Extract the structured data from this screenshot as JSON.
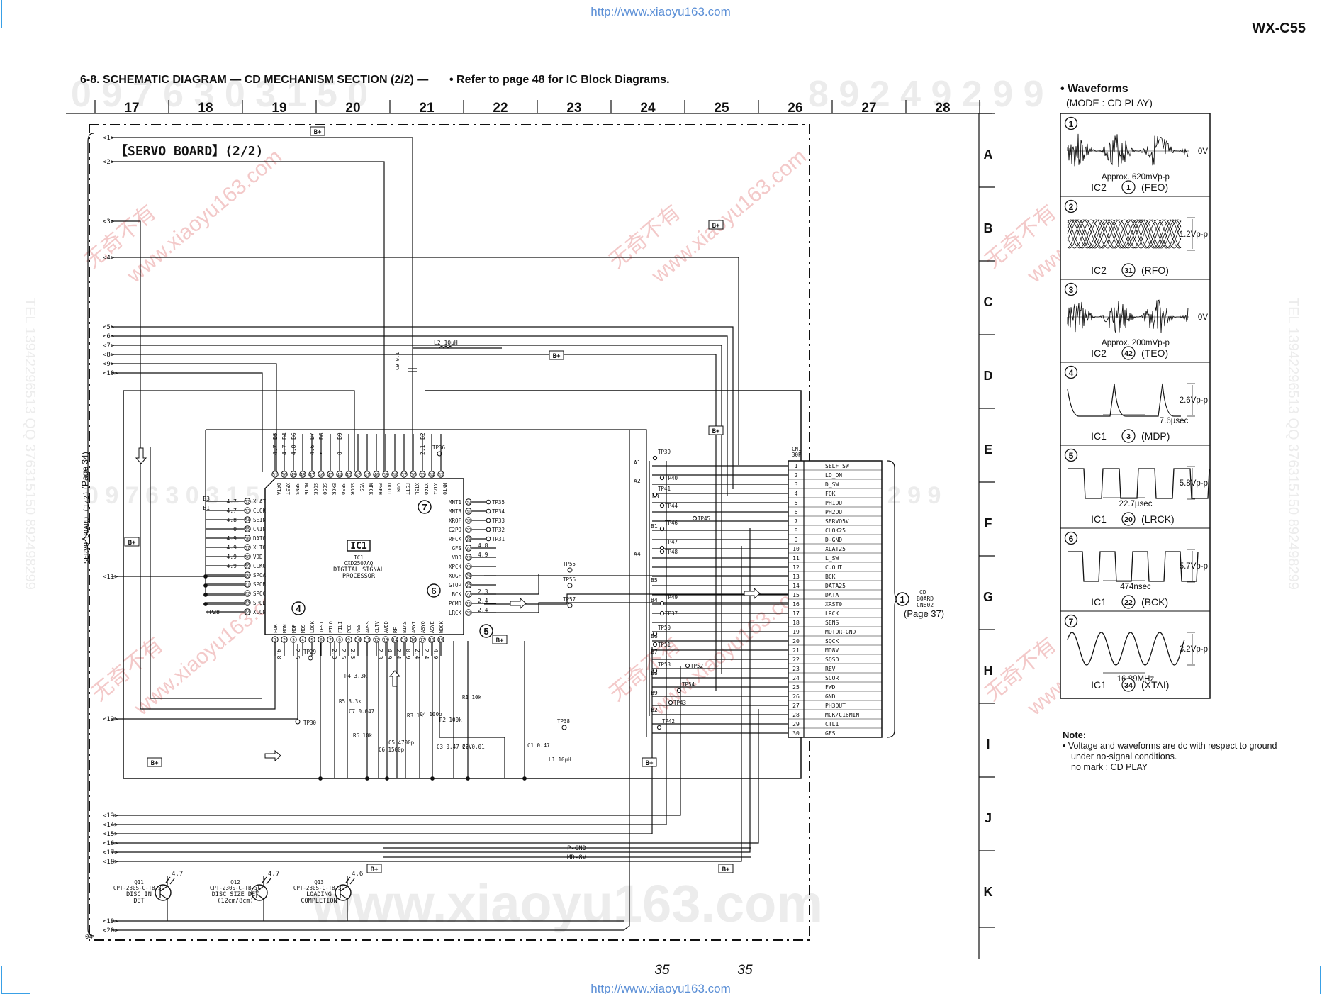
{
  "header": {
    "url": "http://www.xiaoyu163.com",
    "model": "WX-C55",
    "title": "6-8. SCHEMATIC DIAGRAM — CD MECHANISM SECTION (2/2) —",
    "note": "• Refer to page 48 for IC Block Diagrams."
  },
  "grid": {
    "columns": [
      "17",
      "18",
      "19",
      "20",
      "21",
      "22",
      "23",
      "24",
      "25",
      "26",
      "27",
      "28"
    ],
    "rows": [
      "A",
      "B",
      "C",
      "D",
      "E",
      "F",
      "G",
      "H",
      "I",
      "J",
      "K"
    ]
  },
  "board": {
    "title": "【SERVO BOARD】(2/2)",
    "left_ref": "SERVO BOARD (1/2)",
    "left_page": "(Page 34)",
    "footnote": "04",
    "bplus": "B+",
    "left_connectors": [
      "1",
      "2",
      "3",
      "4",
      "5",
      "6",
      "7",
      "8",
      "9",
      "10",
      "11",
      "12",
      "13",
      "14",
      "15",
      "16",
      "17",
      "18",
      "19",
      "20"
    ]
  },
  "ic1": {
    "ref": "IC1",
    "sub": "IC1",
    "part": "CXD2507AQ",
    "desc1": "DIGITAL SIGNAL",
    "desc2": "PROCESSOR",
    "top_pins": [
      {
        "n": "51",
        "name": "DATA",
        "v": "4.7",
        "net": "B5"
      },
      {
        "n": "50",
        "name": "XRST",
        "v": "4.7",
        "net": "B4"
      },
      {
        "n": "49",
        "name": "SENS",
        "v": "4.8",
        "net": "B6"
      },
      {
        "n": "48",
        "name": "MUTE",
        "v": "",
        "net": ""
      },
      {
        "n": "47",
        "name": "SQCK",
        "v": "4.6",
        "net": "B7"
      },
      {
        "n": "46",
        "name": "SQSO",
        "v": "•",
        "net": "B8"
      },
      {
        "n": "45",
        "name": "EXCK",
        "v": "",
        "net": ""
      },
      {
        "n": "44",
        "name": "SBSO",
        "v": "0",
        "net": "B9"
      },
      {
        "n": "43",
        "name": "SCOR",
        "v": "",
        "net": ""
      },
      {
        "n": "42",
        "name": "VSS",
        "v": "",
        "net": ""
      },
      {
        "n": "41",
        "name": "WFCK",
        "v": "",
        "net": ""
      },
      {
        "n": "40",
        "name": "EMPH",
        "v": "",
        "net": ""
      },
      {
        "n": "39",
        "name": "DOUT",
        "v": "",
        "net": ""
      },
      {
        "n": "38",
        "name": "C4M",
        "v": "",
        "net": ""
      },
      {
        "n": "37",
        "name": "FSTT",
        "v": "",
        "net": ""
      },
      {
        "n": "36",
        "name": "XTSL",
        "v": "",
        "net": ""
      },
      {
        "n": "35",
        "name": "XTAO",
        "v": "2.1",
        "net": "B2"
      },
      {
        "n": "34",
        "name": "XTAI",
        "v": "",
        "net": ""
      },
      {
        "n": "33",
        "name": "MNT0",
        "v": "",
        "net": ""
      }
    ],
    "left_pins": [
      {
        "n": "52",
        "name": "XLAT",
        "v": "4.7",
        "net": "B3"
      },
      {
        "n": "53",
        "name": "CLOK",
        "v": "4.7",
        "net": "B1"
      },
      {
        "n": "54",
        "name": "SEIN",
        "v": "4.8",
        "net": ""
      },
      {
        "n": "55",
        "name": "CNIN",
        "v": "0",
        "net": ""
      },
      {
        "n": "56",
        "name": "DATO",
        "v": "4.9",
        "net": ""
      },
      {
        "n": "57",
        "name": "XLTO",
        "v": "4.9",
        "net": ""
      },
      {
        "n": "58",
        "name": "VDD",
        "v": "4.9",
        "net": ""
      },
      {
        "n": "59",
        "name": "CLKO",
        "v": "4.9",
        "net": ""
      },
      {
        "n": "60",
        "name": "SPOA",
        "v": "",
        "net": ""
      },
      {
        "n": "61",
        "name": "SPOB",
        "v": "",
        "net": ""
      },
      {
        "n": "62",
        "name": "SPOC",
        "v": "",
        "net": ""
      },
      {
        "n": "63",
        "name": "SPOD",
        "v": "",
        "net": ""
      },
      {
        "n": "64",
        "name": "XLON",
        "v": "",
        "net": "TP28"
      }
    ],
    "right_pins": [
      {
        "n": "32",
        "name": "MNT1",
        "v": "",
        "tp": "TP35"
      },
      {
        "n": "31",
        "name": "MNT3",
        "v": "",
        "tp": "TP34"
      },
      {
        "n": "30",
        "name": "XROF",
        "v": "",
        "tp": "TP33"
      },
      {
        "n": "29",
        "name": "C2PO",
        "v": "",
        "tp": "TP32"
      },
      {
        "n": "28",
        "name": "RFCK",
        "v": "",
        "tp": "TP31"
      },
      {
        "n": "27",
        "name": "GFS",
        "v": "4.8",
        "tp": ""
      },
      {
        "n": "26",
        "name": "VDD",
        "v": "4.9",
        "tp": ""
      },
      {
        "n": "25",
        "name": "XPCK",
        "v": "",
        "tp": ""
      },
      {
        "n": "24",
        "name": "XUGF",
        "v": "",
        "tp": ""
      },
      {
        "n": "23",
        "name": "GTOP",
        "v": "",
        "tp": ""
      },
      {
        "n": "22",
        "name": "BCK",
        "v": "2.3",
        "tp": ""
      },
      {
        "n": "21",
        "name": "PCMD",
        "v": "2.4",
        "tp": ""
      },
      {
        "n": "20",
        "name": "LRCK",
        "v": "2.4",
        "tp": ""
      }
    ],
    "bottom_pins": [
      {
        "n": "1",
        "name": "FOK",
        "v": "4.8"
      },
      {
        "n": "2",
        "name": "MON",
        "v": ""
      },
      {
        "n": "3",
        "name": "MDP",
        "v": "2.5"
      },
      {
        "n": "4",
        "name": "MDS",
        "v": ""
      },
      {
        "n": "5",
        "name": "LOCK",
        "v": ""
      },
      {
        "n": "6",
        "name": "TEST",
        "v": ""
      },
      {
        "n": "7",
        "name": "FILO",
        "v": "2.3"
      },
      {
        "n": "8",
        "name": "FILI",
        "v": "2.5"
      },
      {
        "n": "9",
        "name": "PCO",
        "v": "2.5"
      },
      {
        "n": "10",
        "name": "VSS",
        "v": ""
      },
      {
        "n": "11",
        "name": "AVSS",
        "v": ""
      },
      {
        "n": "12",
        "name": "CLTV",
        "v": "2.3"
      },
      {
        "n": "13",
        "name": "AVDD",
        "v": "4.9"
      },
      {
        "n": "14",
        "name": "RF",
        "v": "2.4"
      },
      {
        "n": "15",
        "name": "BIAS",
        "v": "0.9"
      },
      {
        "n": "16",
        "name": "ASYI",
        "v": "2.4"
      },
      {
        "n": "17",
        "name": "ASYO",
        "v": "2.4"
      },
      {
        "n": "18",
        "name": "ASYE",
        "v": "4.9"
      },
      {
        "n": "19",
        "name": "WDCK",
        "v": ""
      }
    ]
  },
  "parts": {
    "l2": "L2 10µH",
    "c9": "C9 0.1",
    "r4": "R4 3.3k",
    "r5": "R5 3.3k",
    "c7": "C7 0.047",
    "r6": "R6 10k",
    "c6": "C6 1500p",
    "c5": "C5 4700p",
    "r3": "R3 1M",
    "c4": "C4 100p",
    "r2": "R2 100k",
    "r1": "R1 10k",
    "c3": "C3 0.47 25V",
    "c2": "C2 0.01",
    "c1": "C1 0.47",
    "l1": "L1 10µH",
    "tp36": "TP36",
    "tp29": "TP29",
    "tp30": "TP30",
    "tp55": "TP55",
    "tp56": "TP56",
    "tp57": "TP57",
    "tp38": "TP38",
    "pgnd": "P-GND",
    "mdbv": "MD-8V"
  },
  "transistors": [
    {
      "ref": "Q11",
      "part": "CPT-230S-C-TB-3C",
      "l1": "DISC IN",
      "l2": "DET",
      "v": "4.7"
    },
    {
      "ref": "Q12",
      "part": "CPT-230S-C-TB-3C",
      "l1": "DISC SIZE DET",
      "l2": "(12cm/8cm)",
      "v": "4.7"
    },
    {
      "ref": "Q13",
      "part": "CPT-230S-C-TB-3C",
      "l1": "LOADING",
      "l2": "COMPLETION",
      "v": "4.6"
    }
  ],
  "cn1": {
    "ref": "CN1",
    "type": "30P",
    "pins": [
      "SELF_SW",
      "LD_ON",
      "D_SW",
      "FOK",
      "PH1OUT",
      "PH2OUT",
      "SERVO5V",
      "CLOK25",
      "D-GND",
      "XLAT25",
      "L_SW",
      "C.OUT",
      "BCK",
      "DATA25",
      "DATA",
      "XRST0",
      "LRCK",
      "SENS",
      "MOTOR-GND",
      "SQCK",
      "MD8V",
      "SQSO",
      "REV",
      "SCOR",
      "FWD",
      "GND",
      "PH3OUT",
      "MCK/C16MIN",
      "CTL1",
      "GFS"
    ],
    "mid_nets": [
      "A1",
      "A2",
      "B1",
      "B3",
      "A4",
      "B5",
      "B4",
      "B6",
      "B7",
      "B8",
      "B9",
      "B2"
    ],
    "mid_tps": [
      "TP39",
      "TP40",
      "TP41",
      "TP44",
      "TP46",
      "TP45",
      "TP47",
      "TP48",
      "TP49",
      "TP37",
      "TP50",
      "TP51",
      "TP53",
      "TP52",
      "TP54",
      "TP43",
      "TP42"
    ],
    "cd_board_l1": "CD",
    "cd_board_l2": "BOARD",
    "cd_board_l3": "CN802",
    "cd_page": "(Page 37)",
    "cd_num": "1"
  },
  "waveforms": {
    "title": "• Waveforms",
    "mode": "(MODE : CD PLAY)",
    "items": [
      {
        "num": "1",
        "type": "noise",
        "ic": "IC2",
        "pin": "1",
        "sig": "(FEO)",
        "amp": "0V",
        "caption": "Approx. 620mVp-p"
      },
      {
        "num": "2",
        "type": "eye",
        "ic": "IC2",
        "pin": "31",
        "sig": "(RFO)",
        "amp": "1.2Vp-p",
        "caption": ""
      },
      {
        "num": "3",
        "type": "noise",
        "ic": "IC2",
        "pin": "42",
        "sig": "(TEO)",
        "amp": "0V",
        "caption": "Approx. 200mVp-p"
      },
      {
        "num": "4",
        "type": "sawtooth",
        "ic": "IC1",
        "pin": "3",
        "sig": "(MDP)",
        "amp": "2.6Vp-p",
        "caption": "7.6µsec"
      },
      {
        "num": "5",
        "type": "square",
        "ic": "IC1",
        "pin": "20",
        "sig": "(LRCK)",
        "amp": "5.8Vp-p",
        "caption": "22.7µsec"
      },
      {
        "num": "6",
        "type": "square2",
        "ic": "IC1",
        "pin": "22",
        "sig": "(BCK)",
        "amp": "5.7Vp-p",
        "caption": "474nsec"
      },
      {
        "num": "7",
        "type": "sine",
        "ic": "IC1",
        "pin": "34",
        "sig": "(XTAI)",
        "amp": "3.2Vp-p",
        "caption": "16.89MHz"
      }
    ]
  },
  "notes": {
    "title": "Note:",
    "line1": "•  Voltage and waveforms are dc with respect to ground",
    "line2": "under no-signal conditions.",
    "line3": "no mark  : CD PLAY"
  },
  "footer": {
    "page_left": "35",
    "page_right": "35",
    "url": "http://www.xiaoyu163.com"
  },
  "watermark": {
    "cn": "无奇不有",
    "site": "www.xiaoyu163.com",
    "gray": "www.xiaoyu163.com",
    "digits": "8 9 2 4 9 2 9 9",
    "digits2": "0 9 7 6 3 0 3 1 5 0",
    "side_left": "TEL 13942296513  QQ 376315150  892498299",
    "side_right": "TEL 13942296513  QQ 376315150  892498299"
  }
}
